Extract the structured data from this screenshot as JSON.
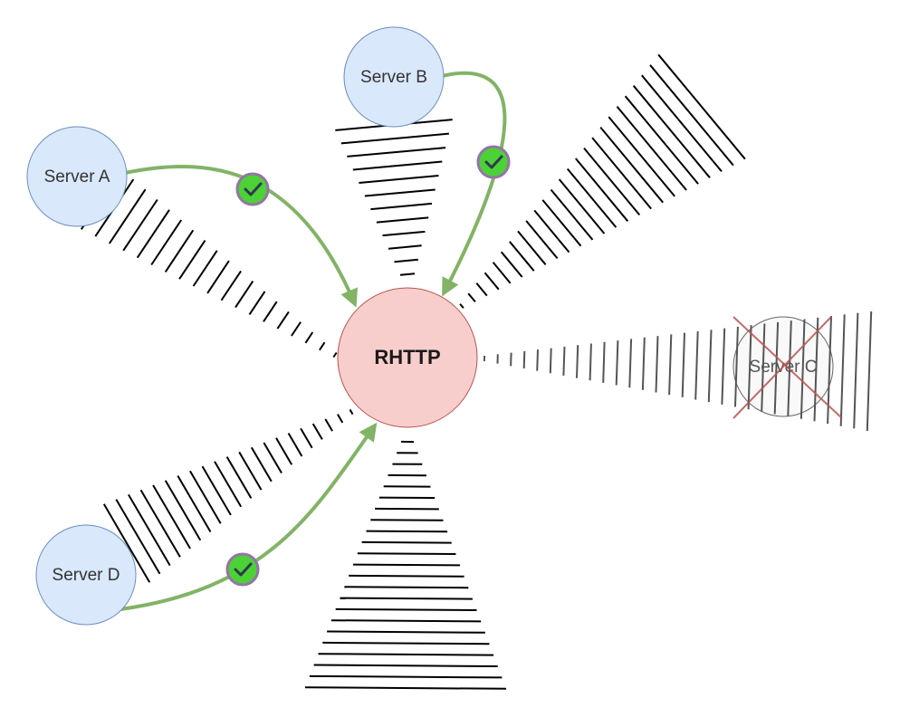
{
  "diagram": {
    "hub": {
      "label": "RHTTP",
      "fill": "#f8cecc",
      "stroke": "#b85450"
    },
    "servers": [
      {
        "id": "a",
        "label": "Server A",
        "status": "connected"
      },
      {
        "id": "b",
        "label": "Server B",
        "status": "connected"
      },
      {
        "id": "c",
        "label": "Server C",
        "status": "failed"
      },
      {
        "id": "d",
        "label": "Server D",
        "status": "connected"
      }
    ],
    "colors": {
      "server_fill": "#dae8fc",
      "server_stroke": "#6c8ebf",
      "failed_fill": "#f5f5f5",
      "failed_stroke": "#666666",
      "failed_cross": "#b85450",
      "connection": "#82b366",
      "check_fill": "#4cd137",
      "check_stroke": "#9673a6",
      "hatch": "#000000"
    },
    "icons": {
      "connection_ok": "check-circle-icon",
      "connection_failed": "cross-icon"
    }
  }
}
